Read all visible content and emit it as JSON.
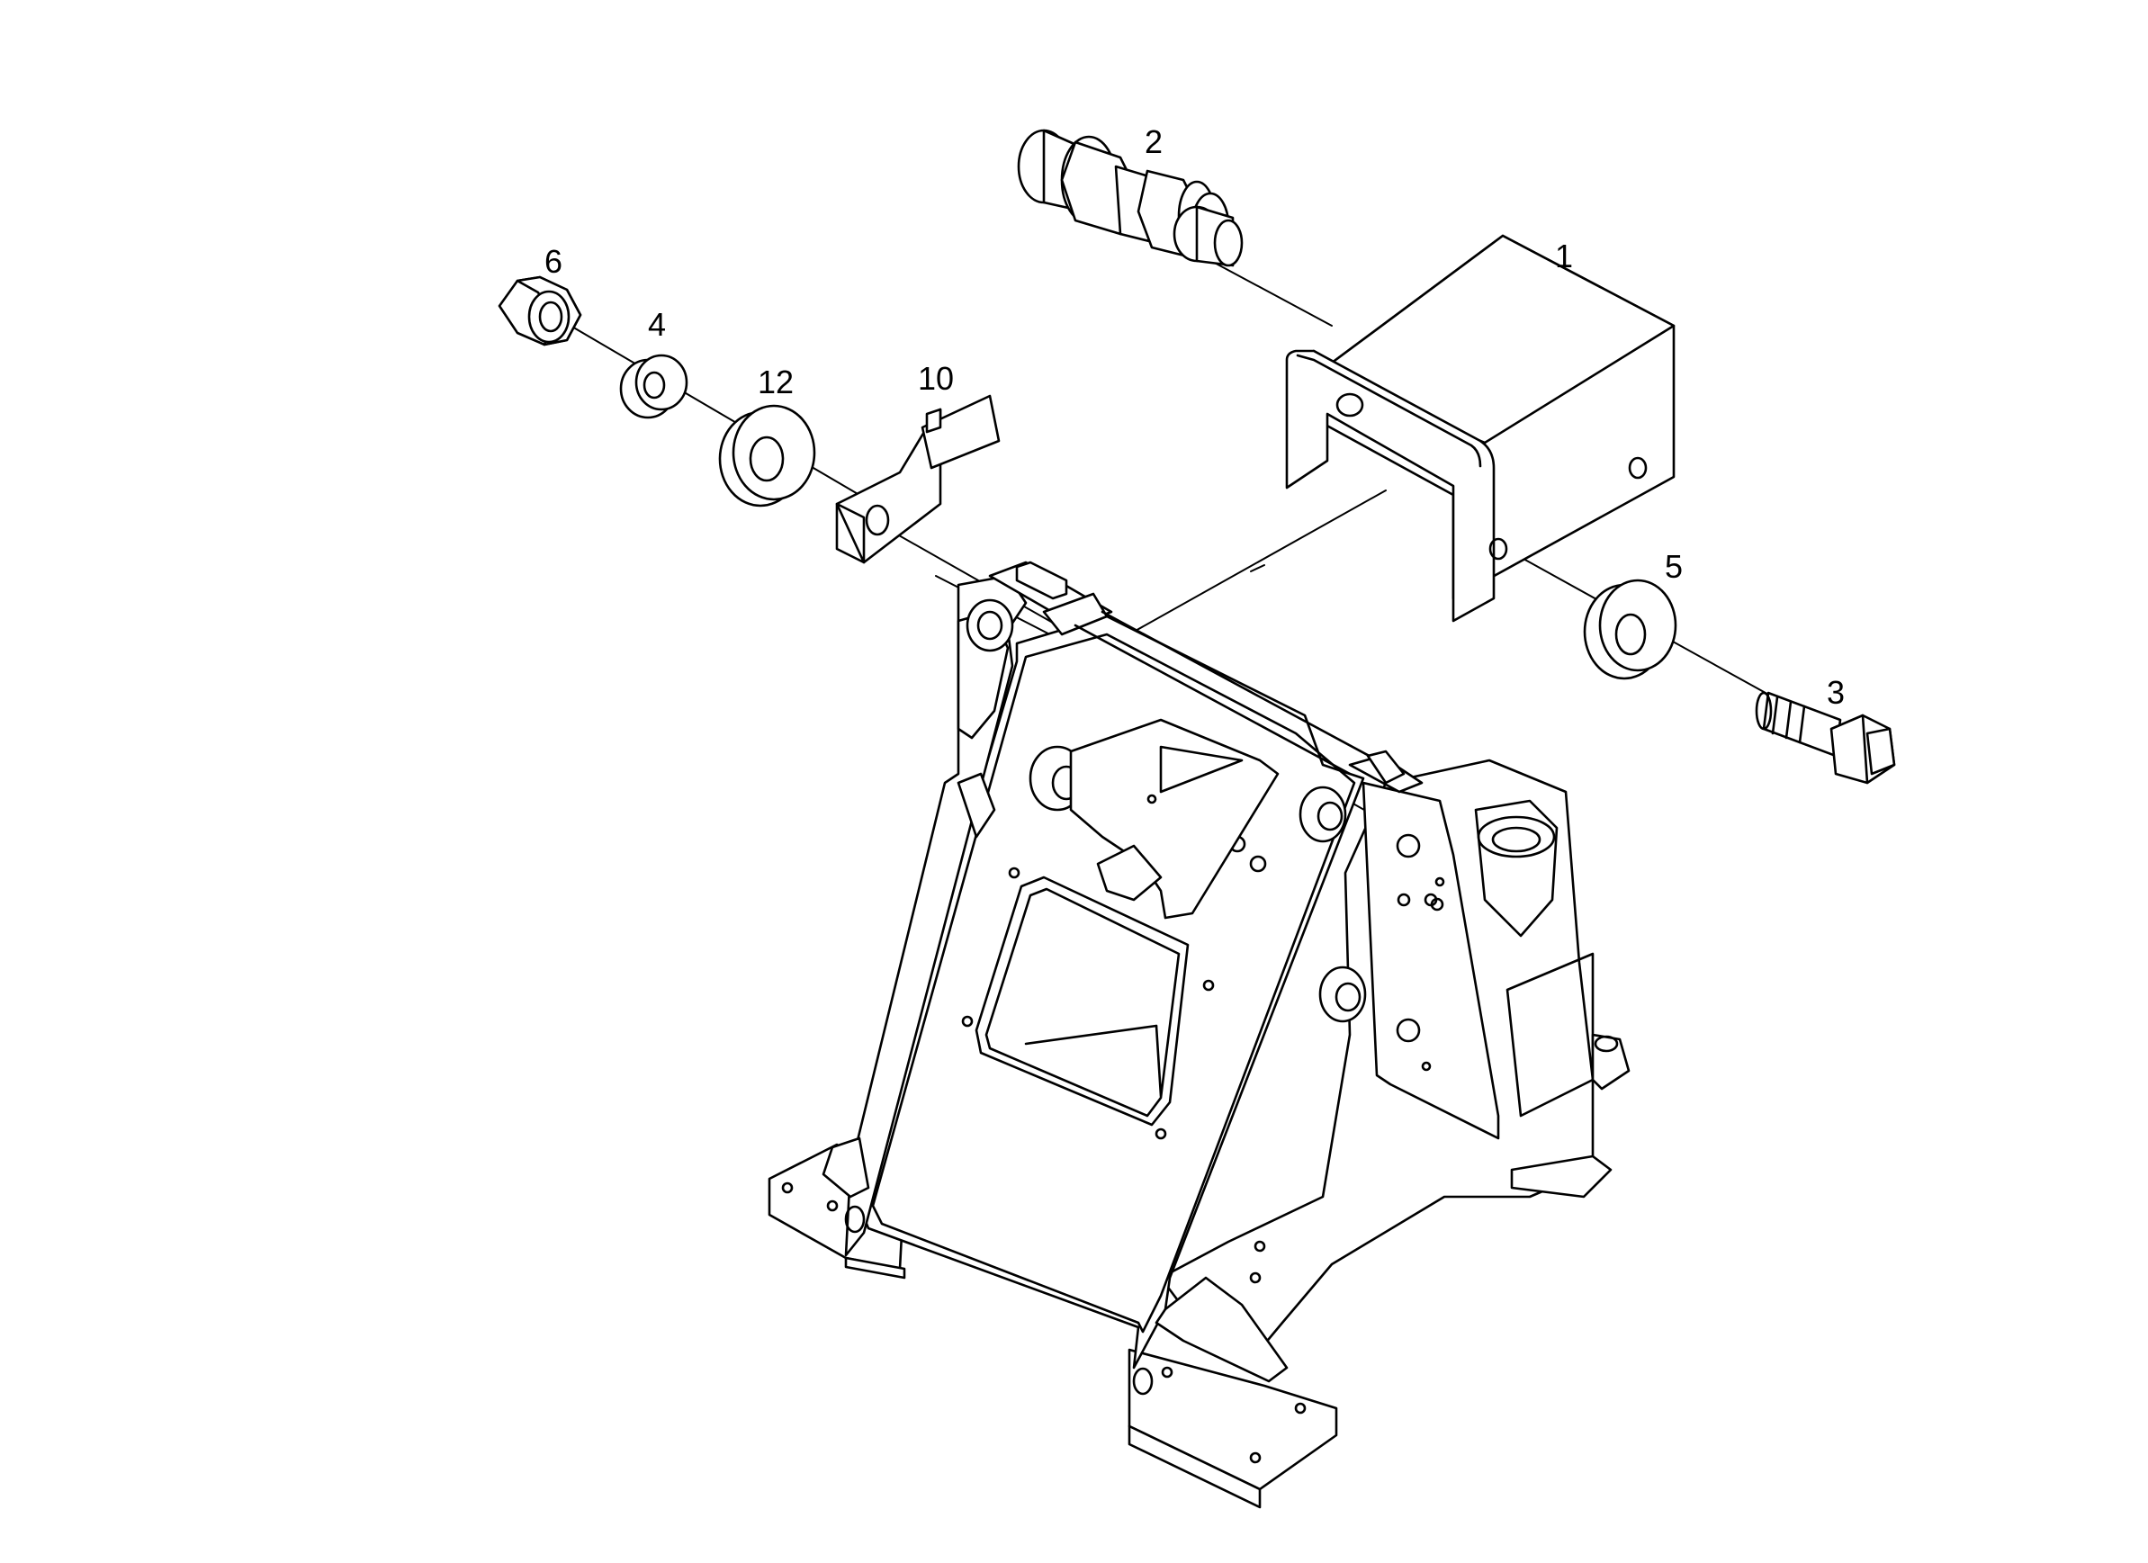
{
  "diagram": {
    "callouts": {
      "c1": "1",
      "c2": "2",
      "c3": "3",
      "c4": "4",
      "c5": "5",
      "c6": "6",
      "c10": "10",
      "c12": "12"
    },
    "colors": {
      "line": "#000000",
      "background": "#ffffff"
    }
  }
}
